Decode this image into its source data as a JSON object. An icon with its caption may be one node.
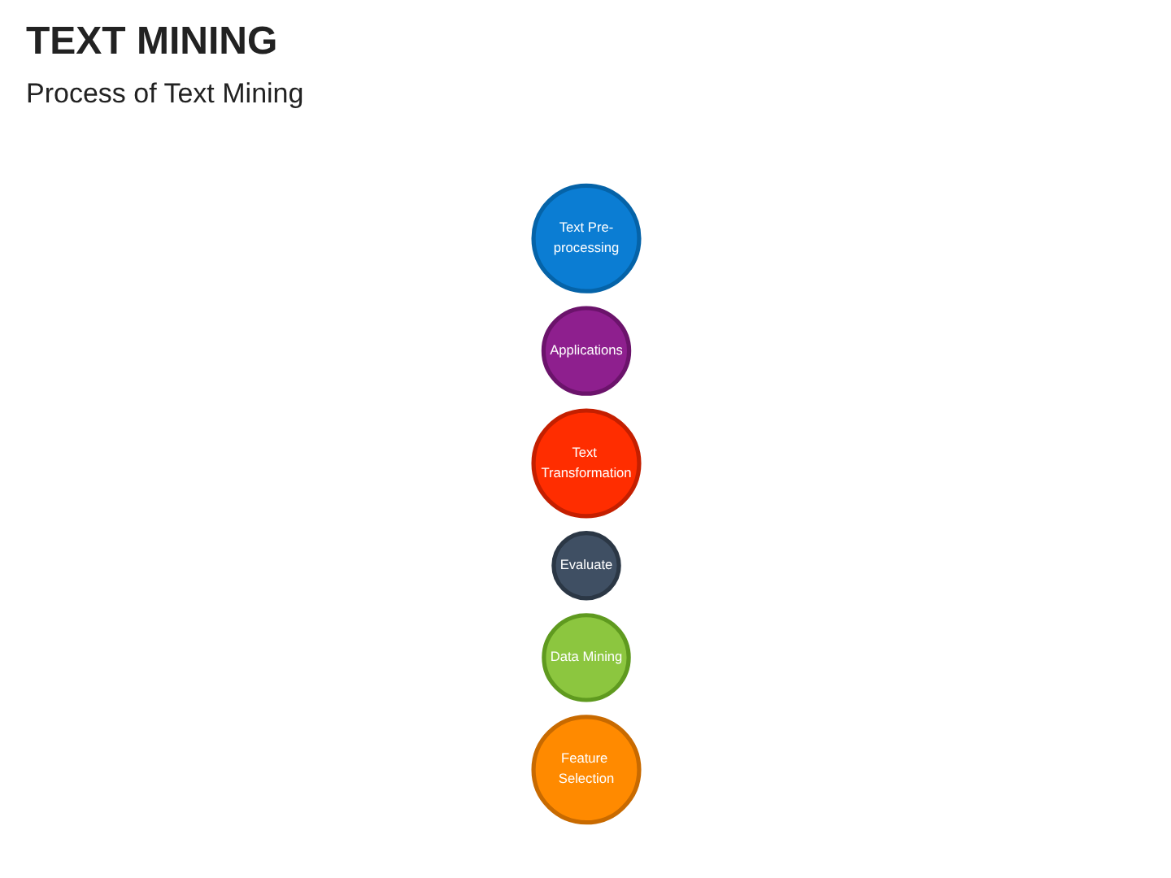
{
  "diagram": {
    "title": "TEXT MINING",
    "nodes": [
      {
        "text": [
          "Text Pre-processing"
        ]
      },
      {
        "text": [
          "Applications"
        ]
      },
      {
        "text": [
          "Text Transformation"
        ]
      },
      {
        "text": [
          "Evaluate"
        ]
      },
      {
        "text": [
          "Data Mining"
        ]
      },
      {
        "text": [
          "Feature Selection"
        ]
      }
    ],
    "edges": [],
    "labels": [
      "Process of Text Mining"
    ]
  }
}
